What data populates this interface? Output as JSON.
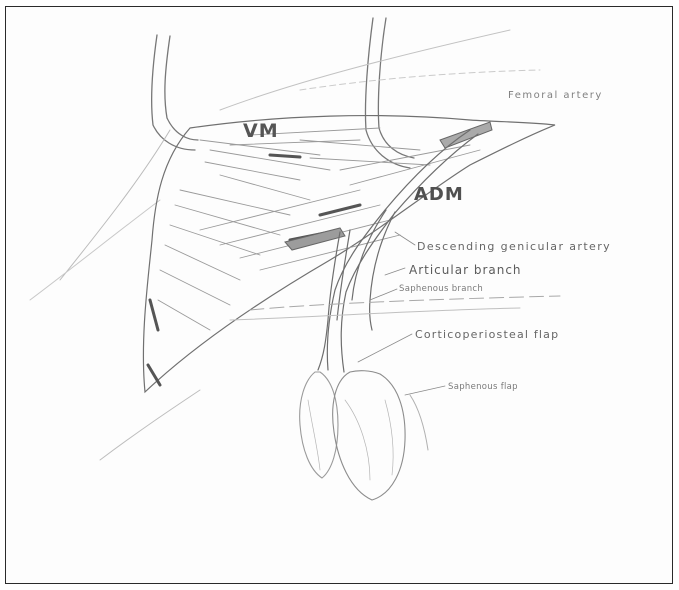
{
  "labels": {
    "femoral_artery": "Femoral artery",
    "vm": "VM",
    "adm": "ADM",
    "descending_genicular_artery": "Descending genicular artery",
    "articular_branch": "Articular branch",
    "saphenous_branch": "Saphenous branch",
    "corticoperiosteal_flap": "Corticoperiosteal flap",
    "saphenous_flap": "Saphenous flap"
  }
}
